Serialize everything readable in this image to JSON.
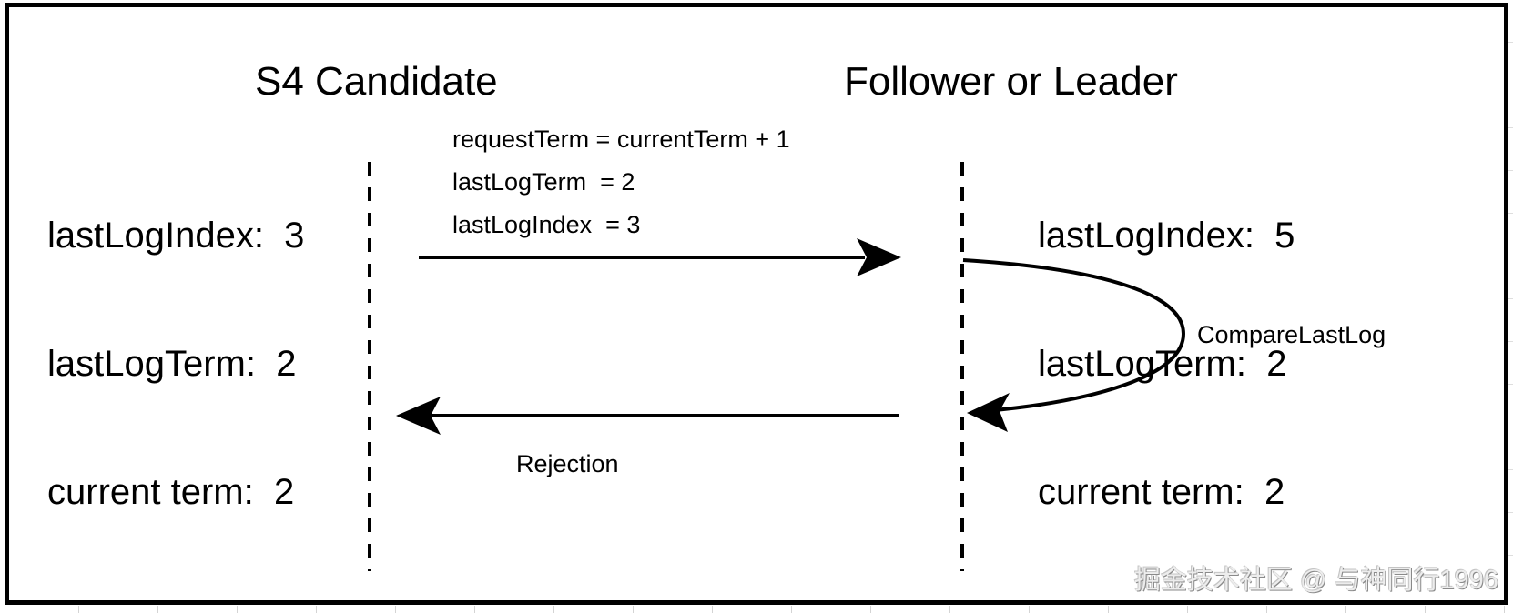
{
  "diagram": {
    "type": "sequence",
    "topic": "Raft RequestVote log comparison",
    "actors": {
      "left": {
        "title": "S4 Candidate",
        "state": [
          "lastLogIndex:  3",
          "lastLogTerm:  2",
          "current term:  2"
        ]
      },
      "right": {
        "title": "Follower or Leader",
        "state": [
          "lastLogIndex:  5",
          "lastLogTerm:  2",
          "current term:  2"
        ]
      }
    },
    "messages": {
      "request": {
        "direction": "left-to-right",
        "lines": [
          "requestTerm = currentTerm + 1",
          "lastLogTerm  = 2",
          "lastLogIndex  = 3"
        ]
      },
      "self_loop": {
        "label": "CompareLastLog",
        "on": "right-lifeline"
      },
      "reply": {
        "direction": "right-to-left",
        "label": "Rejection"
      }
    },
    "colors": {
      "line": "#000000",
      "background": "#ffffff",
      "frame_border": "#000000",
      "watermark_fill": "#ededed",
      "watermark_shadow": "#8a8a8a"
    },
    "watermark": "掘金技术社区 @ 与神同行1996"
  }
}
